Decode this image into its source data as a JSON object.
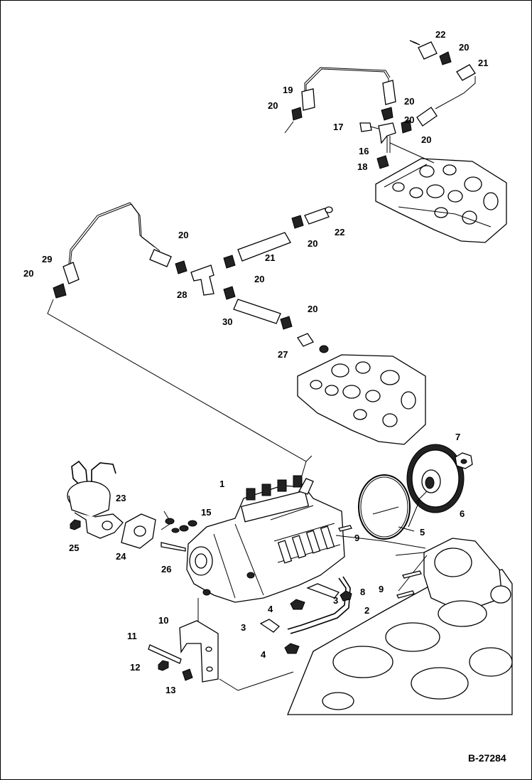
{
  "document_number": "B-27284",
  "callouts": [
    "1",
    "2",
    "3",
    "3",
    "4",
    "4",
    "5",
    "6",
    "7",
    "8",
    "9",
    "9",
    "10",
    "11",
    "12",
    "13",
    "15",
    "16",
    "17",
    "18",
    "19",
    "20",
    "20",
    "20",
    "20",
    "20",
    "20",
    "20",
    "20",
    "20",
    "20",
    "21",
    "21",
    "22",
    "22",
    "23",
    "24",
    "25",
    "26",
    "27",
    "28",
    "29",
    "30"
  ],
  "colors": {
    "line": "#000000",
    "background": "#ffffff"
  }
}
